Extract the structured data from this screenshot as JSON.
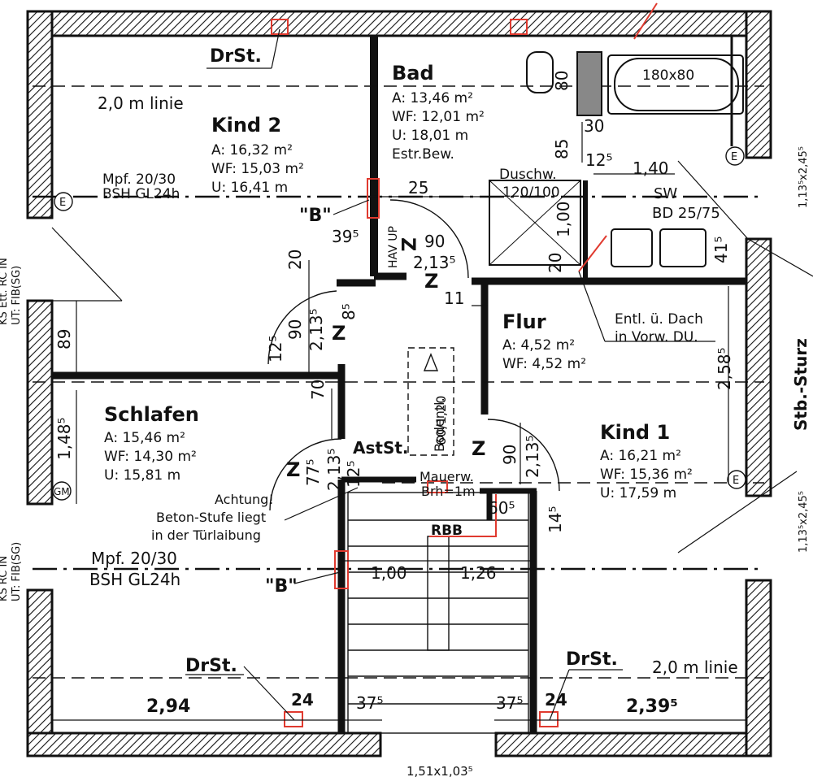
{
  "rooms": {
    "kind2": {
      "name": "Kind 2",
      "area": "A: 16,32 m²",
      "wf": "WF: 15,03 m²",
      "u": "U: 16,41 m"
    },
    "bad": {
      "name": "Bad",
      "area": "A: 13,46 m²",
      "wf": "WF: 12,01 m²",
      "u": "U: 18,01 m",
      "note": "Estr.Bew."
    },
    "flur": {
      "name": "Flur",
      "area": "A: 4,52 m²",
      "wf": "WF: 4,52 m²"
    },
    "schlafen": {
      "name": "Schlafen",
      "area": "A: 15,46 m²",
      "wf": "WF: 14,30 m²",
      "u": "U: 15,81 m"
    },
    "kind1": {
      "name": "Kind 1",
      "area": "A: 16,21 m²",
      "wf": "WF: 15,36 m²",
      "u": "U: 17,59 m"
    }
  },
  "labels": {
    "drst": "DrSt.",
    "linie": "2,0 m linie",
    "mpf_top": "Mpf. 20/30",
    "bsh_top": "BSH GL24h",
    "mpf_bot": "Mpf. 20/30",
    "bsh_bot": "BSH GL24h",
    "b": "\"B\"",
    "z": "Z",
    "e": "E",
    "gm": "GM",
    "bathtub": "180x80",
    "duschw": "Duschw.",
    "duschw_size": "120/100",
    "sw": "SW",
    "bd": "BD 25/75",
    "entl1": "Entl. ü. Dach",
    "entl2": "in Vorw. DU.",
    "astst": "AstSt.",
    "mauerw": "Mauerw.",
    "brh": "Brh=1m",
    "rbb": "RBB",
    "achtung1": "Achtung!",
    "achtung2": "Beton-Stufe liegt",
    "achtung3": "in der Türlaibung",
    "bodentl": "Bodentl.",
    "bodentl_size": "60/1,20",
    "hav_up": "HAV UP",
    "stb": "Stb.-Sturz",
    "side_l1": "KS Ett. RC IN",
    "side_l2": "UT: FIB(SG)",
    "side_l3": "KS RC IN",
    "side_l4": "UT: FIB(SG)",
    "side_r1": "1,13⁵x2,45⁵",
    "side_r2": "1,13⁵x2,45⁵",
    "bottom": "1,51x1,03⁵"
  },
  "dims": {
    "d80": "80",
    "d30": "30",
    "d85": "85",
    "d12_5": "12⁵",
    "d1_40": "1,40",
    "d25": "25",
    "d1_00v": "1,00",
    "d20a": "20",
    "d41_5": "41⁵",
    "d39_5": "39⁵",
    "d90a": "90",
    "d2_13a": "2,13⁵",
    "d20b": "20",
    "d11": "11",
    "d85b": "8⁵",
    "d90b": "90",
    "d2_13b": "2,13⁵",
    "d12_5b": "12⁵",
    "d89": "89",
    "d2_58": "2,58⁵",
    "d70": "70",
    "d1_48": "1,48⁵",
    "d77_5": "77⁵",
    "d2_13c": "2,13⁵",
    "d12_5c": "12⁵",
    "d90c": "90",
    "d2_13d": "2,13⁵",
    "d60_5": "60⁵",
    "d14_5": "14⁵",
    "d1_00h": "1,00",
    "d1_26": "1,26",
    "d2_94": "2,94",
    "d24a": "24",
    "d37_5a": "37⁵",
    "d37_5b": "37⁵",
    "d24b": "24",
    "d2_39": "2,39⁵"
  },
  "colors": {
    "wall": "#111111",
    "accent_red": "#e03a2f"
  }
}
